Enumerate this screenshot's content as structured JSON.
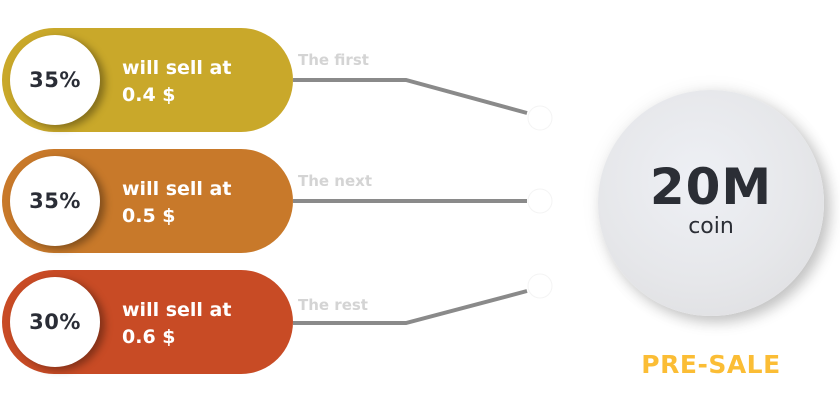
{
  "tiers": [
    {
      "percent": "35%",
      "line1": "will sell at",
      "line2": "0.4 $",
      "label": "The first",
      "color": "#c9a82a"
    },
    {
      "percent": "35%",
      "line1": "will sell at",
      "line2": "0.5 $",
      "label": "The next",
      "color": "#c8792a"
    },
    {
      "percent": "30%",
      "line1": "will sell at",
      "line2": "0.6 $",
      "label": "The rest",
      "color": "#c84b25"
    }
  ],
  "coin": {
    "amount": "20M",
    "unit": "coin"
  },
  "presale": {
    "title": "PRE-SALE",
    "title_color": "#fbbd35"
  },
  "connector_color": "#8a8a8a"
}
